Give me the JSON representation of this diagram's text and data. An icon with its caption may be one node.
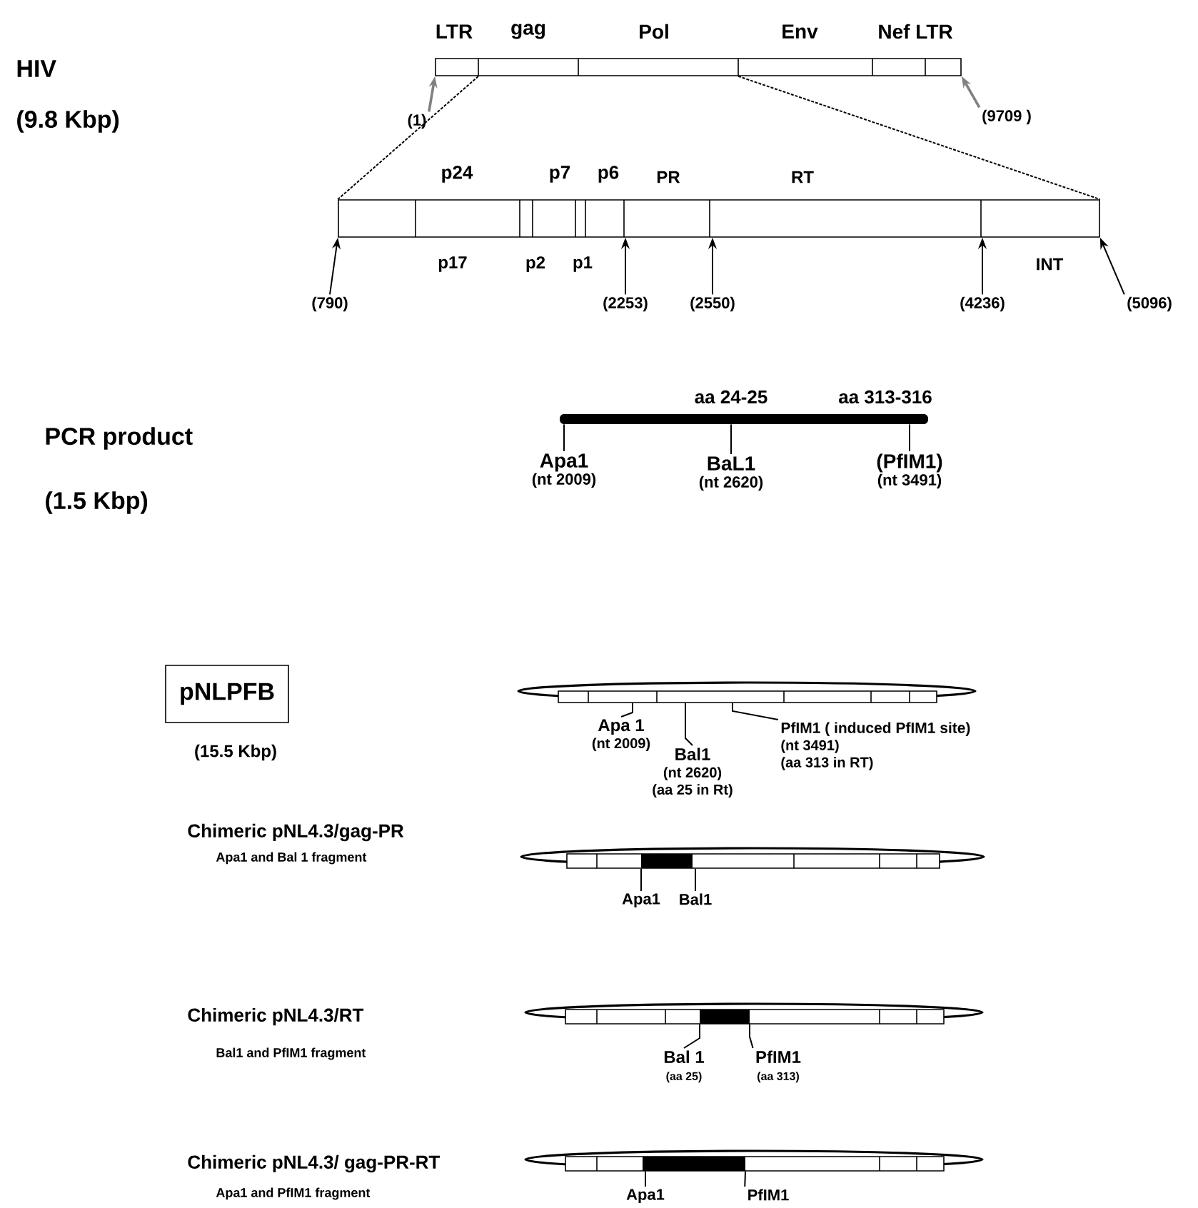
{
  "diagram": {
    "nodes": [
      {
        "text": [],
        "shape": "bar",
        "beside": [
          "HIV",
          "(9.8 Kbp)"
        ]
      },
      {
        "text": [
          "(1)"
        ]
      },
      {
        "text": [
          "(9709 )"
        ]
      },
      {
        "text": [],
        "shape": "bar"
      },
      {
        "text": [
          "(790)"
        ]
      },
      {
        "text": [
          "(2253)"
        ]
      },
      {
        "text": [
          "(2550)"
        ]
      },
      {
        "text": [
          "(4236)"
        ]
      },
      {
        "text": [
          "(5096)"
        ]
      },
      {
        "text": [],
        "shape": "bar",
        "beside": [
          "PCR product",
          "(1.5 Kbp)"
        ]
      },
      {
        "text": [
          "Apa1",
          "(nt 2009)"
        ]
      },
      {
        "text": [
          "BaL1",
          "(nt 2620)"
        ]
      },
      {
        "text": [
          "(PfIM1)",
          "(nt 3491)"
        ]
      },
      {
        "text": [
          "pNLPFB"
        ],
        "beside": [
          "(15.5 Kbp)"
        ]
      },
      {
        "text": [],
        "shape": "bar"
      },
      {
        "text": [
          "Apa 1",
          "(nt 2009)"
        ]
      },
      {
        "text": [
          "Bal1",
          "(nt 2620)",
          "(aa 25 in Rt)"
        ]
      },
      {
        "text": [
          "PfIM1 ( induced PfIM1 site)",
          "(nt 3491)",
          "(aa 313 in RT)"
        ]
      },
      {
        "text": [],
        "shape": "bar",
        "beside": [
          "Chimeric pNL4.3/gag-PR",
          "Apa1 and Bal 1 fragment"
        ]
      },
      {
        "text": [
          "Apa1"
        ]
      },
      {
        "text": [
          "Bal1"
        ]
      },
      {
        "text": [],
        "shape": "bar",
        "beside": [
          "Chimeric pNL4.3/RT",
          "Bal1 and PfIM1 fragment"
        ]
      },
      {
        "text": [
          "Bal 1",
          "(aa 25)"
        ]
      },
      {
        "text": [
          "PfIM1",
          "(aa 313)"
        ]
      },
      {
        "text": [],
        "shape": "bar",
        "beside": [
          "Chimeric pNL4.3/ gag-PR-RT",
          "Apa1 and PfIM1 fragment"
        ]
      },
      {
        "text": [
          "Apa1"
        ]
      },
      {
        "text": [
          "PfIM1"
        ]
      }
    ],
    "edges": [
      {
        "from": 1,
        "to": 0,
        "arrow": "to",
        "color": "#808080"
      },
      {
        "from": 2,
        "to": 0,
        "arrow": "to",
        "color": "#808080"
      },
      {
        "from": 0,
        "to": 3,
        "arrow": "none",
        "style": "dashed"
      },
      {
        "from": 0,
        "to": 3,
        "arrow": "none",
        "style": "dashed"
      },
      {
        "from": 4,
        "to": 3,
        "arrow": "to"
      },
      {
        "from": 5,
        "to": 3,
        "arrow": "to"
      },
      {
        "from": 6,
        "to": 3,
        "arrow": "to"
      },
      {
        "from": 7,
        "to": 3,
        "arrow": "to"
      },
      {
        "from": 8,
        "to": 3,
        "arrow": "to"
      },
      {
        "from": 10,
        "to": 9,
        "arrow": "none"
      },
      {
        "from": 11,
        "to": 9,
        "arrow": "none"
      },
      {
        "from": 12,
        "to": 9,
        "arrow": "none"
      },
      {
        "from": 15,
        "to": 14,
        "arrow": "none"
      },
      {
        "from": 16,
        "to": 14,
        "arrow": "none"
      },
      {
        "from": 17,
        "to": 14,
        "arrow": "none"
      },
      {
        "from": 19,
        "to": 18,
        "arrow": "none"
      },
      {
        "from": 20,
        "to": 18,
        "arrow": "none"
      },
      {
        "from": 22,
        "to": 21,
        "arrow": "none"
      },
      {
        "from": 23,
        "to": 21,
        "arrow": "none"
      },
      {
        "from": 25,
        "to": 24,
        "arrow": "none"
      },
      {
        "from": 26,
        "to": 24,
        "arrow": "none"
      }
    ],
    "labels": [
      "LTR",
      "gag",
      "Pol",
      "Env",
      "Nef LTR",
      "p24",
      "p7",
      "p6",
      "PR",
      "RT",
      "p17",
      "p2",
      "p1",
      "INT",
      "aa 24-25",
      "aa 313-316"
    ]
  }
}
